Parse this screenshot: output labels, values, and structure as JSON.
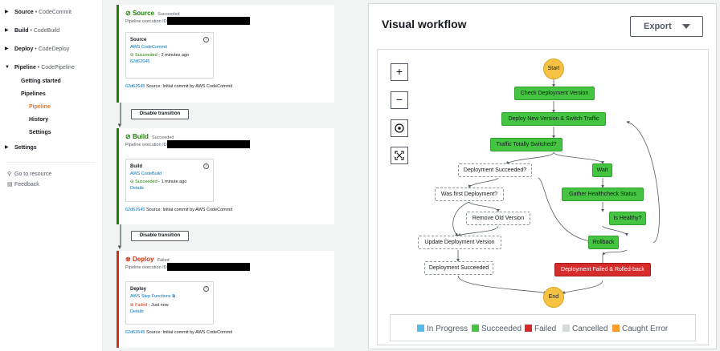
{
  "nav": {
    "items": [
      {
        "label": "Source",
        "service": "CodeCommit"
      },
      {
        "label": "Build",
        "service": "CodeBuild"
      },
      {
        "label": "Deploy",
        "service": "CodeDeploy"
      },
      {
        "label": "Pipeline",
        "service": "CodePipeline"
      }
    ],
    "sep": "•",
    "getting_started": "Getting started",
    "pipelines": "Pipelines",
    "pipeline": "Pipeline",
    "history": "History",
    "settings_sub": "Settings",
    "settings": "Settings",
    "go_to_resource": "Go to resource",
    "feedback": "Feedback"
  },
  "stages": {
    "source": {
      "name": "Source",
      "status": "Succeeded",
      "exec_label": "Pipeline execution ID:",
      "action": "Source",
      "provider": "AWS CodeCommit",
      "action_status": "Succeeded",
      "action_time": "- 2 minutes ago",
      "extra": "62d62645",
      "commit_hash": "62d62645",
      "commit_msg": "Source: Initial commit by AWS CodeCommit"
    },
    "build": {
      "name": "Build",
      "status": "Succeeded",
      "exec_label": "Pipeline execution ID:",
      "action": "Build",
      "provider": "AWS CodeBuild",
      "action_status": "Succeeded",
      "action_time": "- 1 minute ago",
      "extra": "Details",
      "commit_hash": "62d62645",
      "commit_msg": "Source: Initial commit by AWS CodeCommit"
    },
    "deploy": {
      "name": "Deploy",
      "status": "Failed",
      "exec_label": "Pipeline execution ID:",
      "action": "Deploy",
      "provider": "AWS Step Functions",
      "action_status": "Failed",
      "action_time": "- Just now",
      "extra": "Details",
      "commit_hash": "62d62645",
      "commit_msg": "Source: Initial commit by AWS CodeCommit"
    }
  },
  "transition_label": "Disable transition",
  "workflow": {
    "title": "Visual workflow",
    "export": "Export",
    "nodes": {
      "start": "Start",
      "check": "Check Deployment Version",
      "deploy_new": "Deploy New Version & Switch Traffic",
      "traffic": "Traffic Totally Switched?",
      "deploy_succeeded_q": "Deployment Succeeded?",
      "wait": "Wait",
      "first_deploy": "Was first Deployment?",
      "gather": "Gather Healthcheck Status",
      "remove_old": "Remove Old Version",
      "is_healthy": "Is Healthy?",
      "update_version": "Update Deployment Version",
      "rollback": "Rollback",
      "deploy_succeeded": "Deployment Succeeded",
      "deploy_failed": "Deployment Failed & Rolled-back",
      "end": "End"
    },
    "legend": [
      {
        "label": "In Progress",
        "color": "#5ab9e6"
      },
      {
        "label": "Succeeded",
        "color": "#44c440"
      },
      {
        "label": "Failed",
        "color": "#d62b2b"
      },
      {
        "label": "Cancelled",
        "color": "#d5dbdb"
      },
      {
        "label": "Caught Error",
        "color": "#f89c2c"
      }
    ]
  }
}
